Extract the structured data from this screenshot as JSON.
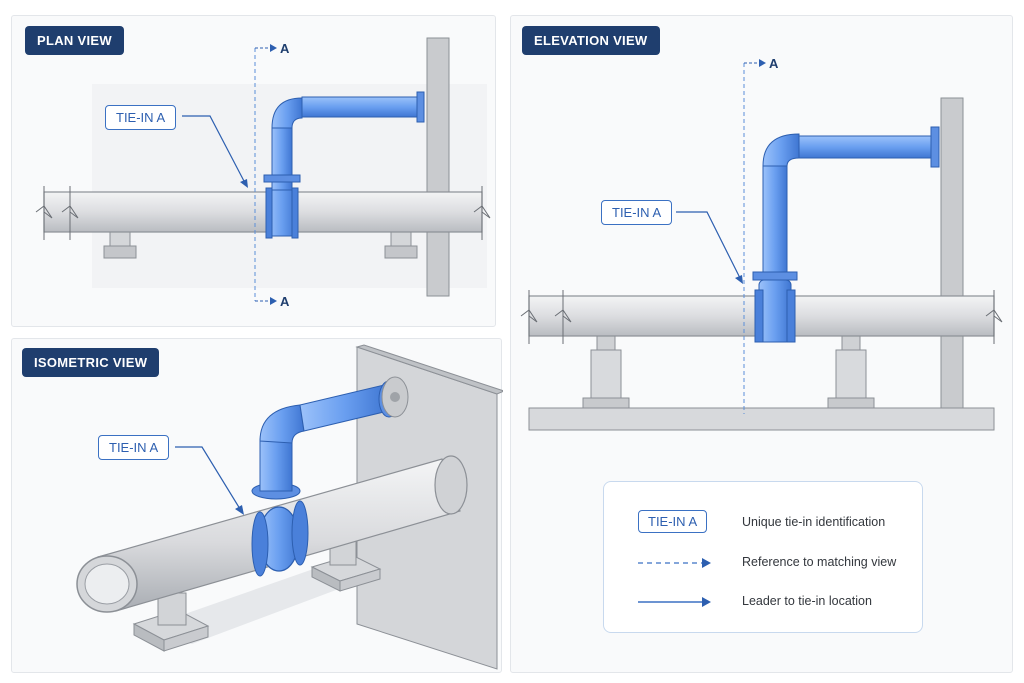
{
  "plan": {
    "tag": "PLAN VIEW",
    "tie_label": "TIE-IN A",
    "section_top": "A",
    "section_bottom": "A"
  },
  "elevation": {
    "tag": "ELEVATION VIEW",
    "tie_label": "TIE-IN A",
    "section_top": "A"
  },
  "isometric": {
    "tag": "ISOMETRIC VIEW",
    "tie_label": "TIE-IN A"
  },
  "legend": {
    "chip": "TIE-IN A",
    "items": [
      {
        "symbol": "tie-in-label-box",
        "text": "Unique tie-in identification"
      },
      {
        "symbol": "dashed-arrow-icon",
        "text": "Reference to matching view"
      },
      {
        "symbol": "solid-arrow-icon",
        "text": "Leader to tie-in location"
      }
    ]
  },
  "colors": {
    "tag_bg": "#1f3e6e",
    "tie_in_pipe": "#6a9ff0",
    "tie_in_outline": "#2d5fb0",
    "main_pipe": "#dfe0e2",
    "pipe_outline": "#8c9096"
  }
}
